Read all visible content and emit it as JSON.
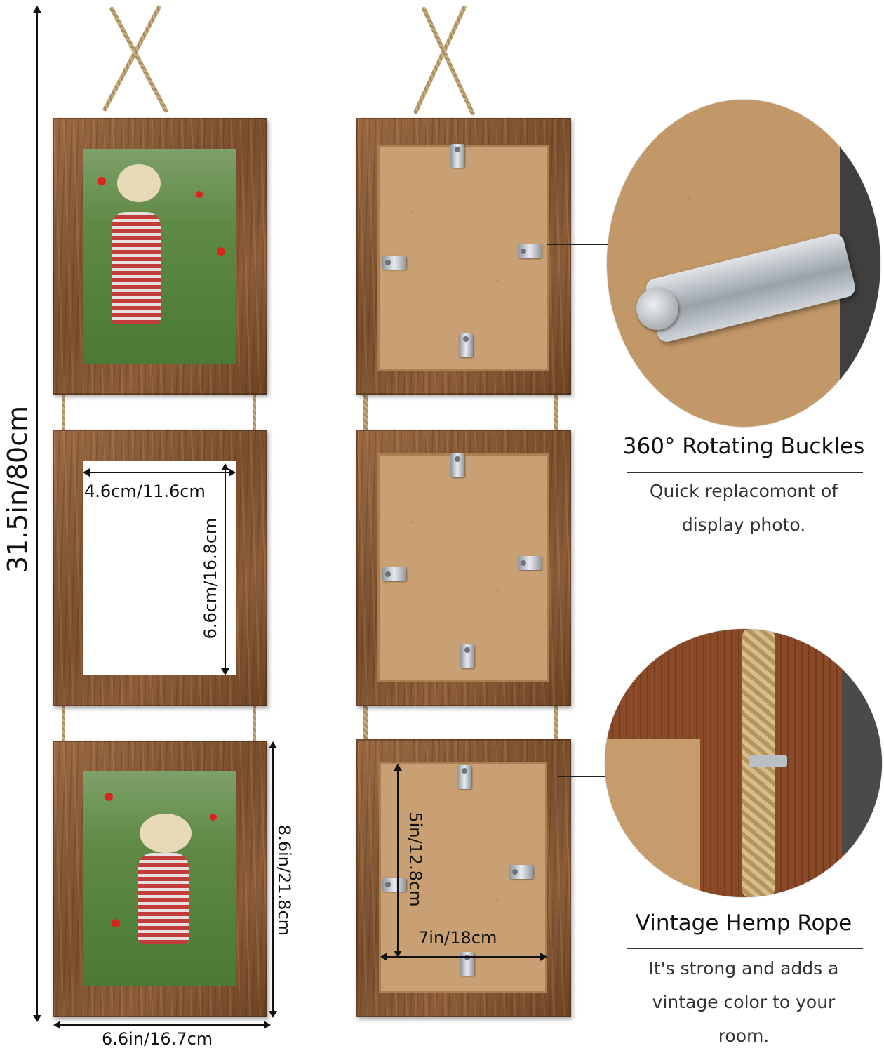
{
  "dimensions": {
    "total_height": "31.5in/80cm",
    "opening_width": "4.6cm/11.6cm",
    "opening_height": "6.6cm/16.8cm",
    "frame_height": "8.6in/21.8cm",
    "frame_width": "6.6in/16.7cm",
    "back_height": "5in/12.8cm",
    "back_width": "7in/18cm"
  },
  "features": [
    {
      "title": "360° Rotating Buckles",
      "description": "Quick replacomont of display photo."
    },
    {
      "title": "Vintage Hemp Rope",
      "description": "It's strong and adds a vintage color to your room."
    }
  ],
  "icons": [
    "buckle-icon",
    "rope-icon"
  ],
  "colors": {
    "wood": "#7a4e2c",
    "backboard": "#c8a074",
    "rope": "#c9ad7e",
    "metal": "#b9c0c5"
  }
}
